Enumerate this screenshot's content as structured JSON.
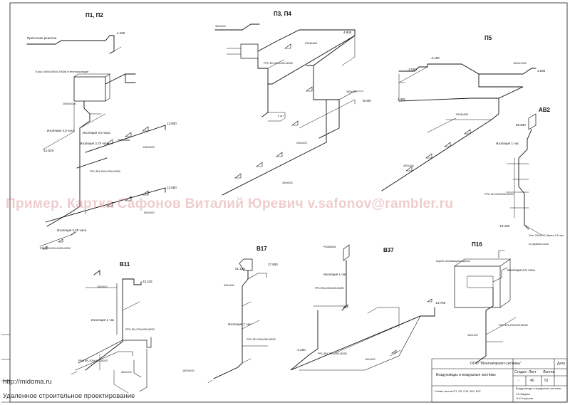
{
  "watermark": "Пример. Картка Сафонов Виталий Юревич v.safonov@rambler.ru",
  "footer": {
    "site": "http://midoma.ru",
    "tagline": "Удаленное строительное проектирование"
  },
  "systems": {
    "p1p2": "П1, П2",
    "p3p4": "П3, П4",
    "p5": "П5",
    "av2": "АВ2",
    "v11": "В11",
    "v17": "В17",
    "v37": "В37",
    "p16": "П16"
  },
  "labels": {
    "supply_grille": "Приточная решетка",
    "block": "Блок 1400x1000x2700(h) в теплоизоляции",
    "insulation_25": "Изоляция 2,5 часа",
    "insulation_275": "Изоляция 2,75 часа",
    "insulation_1": "Изоляция 1 час",
    "insulation_05": "Изоляция 0,5 часа",
    "insulation_225": "Изоляция 2,25 часа",
    "box_insulation": "Короб огнебзащиты шахты",
    "ppu_1": "PPU EN-200x300-M250",
    "ppu_2": "PPU EN-300x1050-M250",
    "ppu_3": "PPU EN-200x200-M250",
    "r628": "Р628x628",
    "r6x": "4 шт",
    "lev_4150": "4.150",
    "lev_1390": "-1.390",
    "lev_13800": "13.800",
    "lev_13580": "13.580",
    "lev_12520": "-12.520",
    "lev_4800": "4.800",
    "lev_8000": "-8.000",
    "lev_4100": "-4.100",
    "lev_2650": "-2.650",
    "lev_4530": "4.530",
    "lev_4381": "4.381",
    "lev_55630": "55.630",
    "lev_13150": "-13.150",
    "lev_23425": "23.425",
    "lev_21125": "21.125",
    "lev_27800": "27.800",
    "lev_4200": "-4.200",
    "lev_13750": "-13.750",
    "size_1000x1000": "1000x1000",
    "size_300x300": "300x300",
    "size_400x100": "400x100",
    "size_1250x200": "1250x200",
    "size_500x200": "500x200",
    "size_200x200": "200x200",
    "size_100x100": "100x100",
    "size_200x100": "200x100",
    "size_1500x150": "1500x150",
    "note_shaft": "Отв. 200x200 Шахта 2.5 час",
    "note_roof": "по уровню пола"
  },
  "title_block": {
    "company": "ООО \"Монтажпроект-системы\"",
    "title": "Воздуховоды и воздушные системы",
    "sheet_label": "Лист",
    "sheets_label": "Листов",
    "stage_label": "Стадия",
    "date_label": "Дата",
    "sheet": "40",
    "sheets": "52",
    "stage": "-",
    "drawing": "Схемы систем П1, П5, П16, В11, В37",
    "drawing_sub": "Воздуховоды и воздушные системы",
    "author": "Г.А.Фадеев",
    "checker": "Н.Н.Сафонов"
  }
}
